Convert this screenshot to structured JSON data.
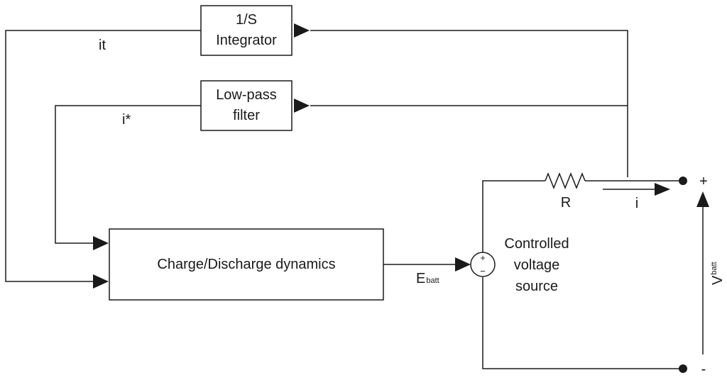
{
  "blocks": {
    "integrator": {
      "line1": "1/S",
      "line2": "Integrator"
    },
    "lowpass": {
      "line1": "Low-pass",
      "line2": "filter"
    },
    "dynamics": {
      "label": "Charge/Discharge dynamics"
    }
  },
  "signals": {
    "it": "it",
    "istar": "i*",
    "ebatt_main": "E",
    "ebatt_sub": "batt",
    "current": "i"
  },
  "source": {
    "line1": "Controlled",
    "line2": "voltage",
    "line3": "source",
    "plus": "+",
    "minus": "−"
  },
  "resistor": {
    "label": "R"
  },
  "terminals": {
    "plus": "+",
    "minus": "-",
    "vbatt_main": "V",
    "vbatt_sub": "batt"
  }
}
